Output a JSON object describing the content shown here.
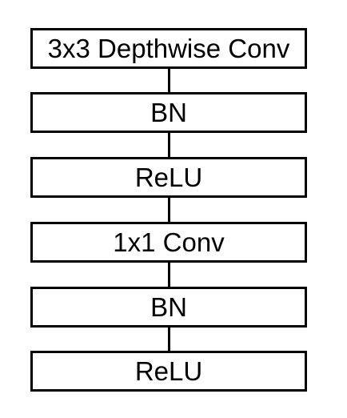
{
  "blocks": [
    {
      "label": "3x3 Depthwise Conv"
    },
    {
      "label": "BN"
    },
    {
      "label": "ReLU"
    },
    {
      "label": "1x1 Conv"
    },
    {
      "label": "BN"
    },
    {
      "label": "ReLU"
    }
  ],
  "colors": {
    "stroke": "#000000",
    "fill": "#ffffff",
    "text": "#000000"
  }
}
